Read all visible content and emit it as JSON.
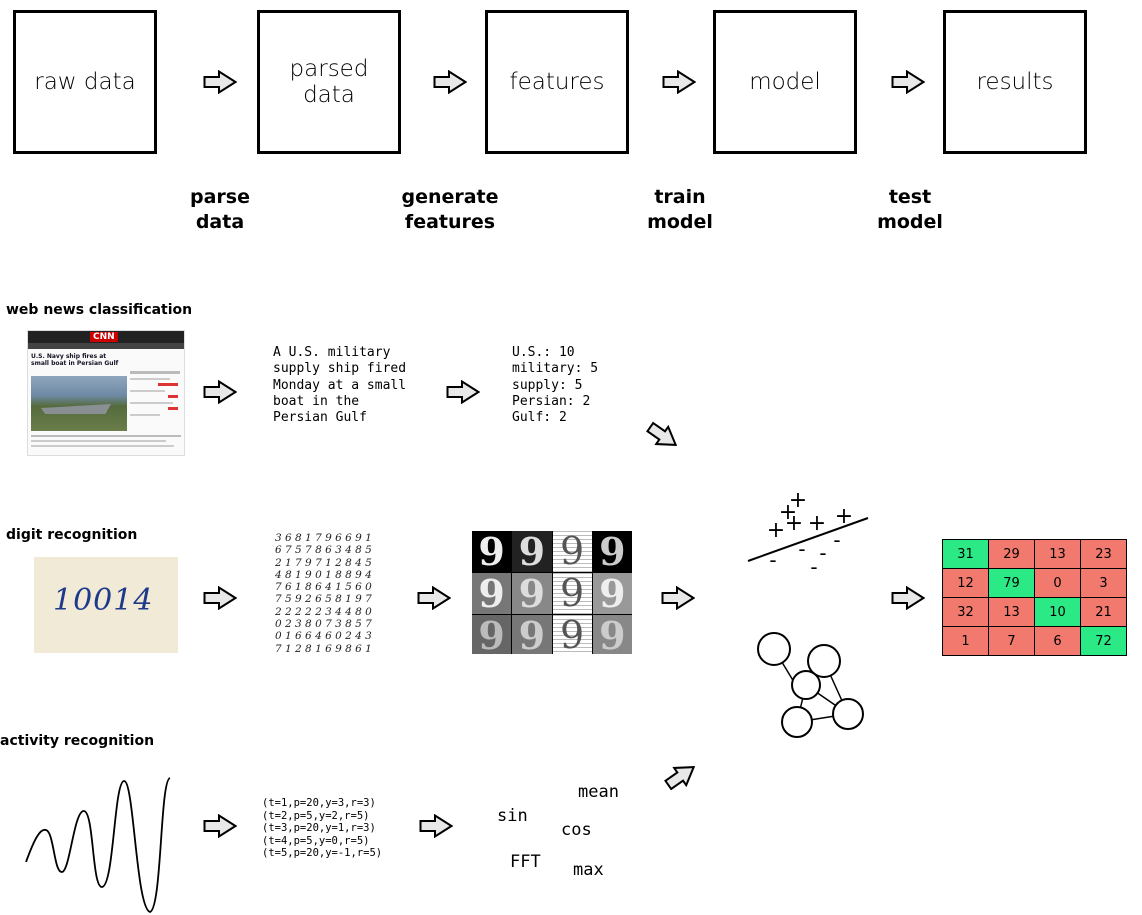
{
  "pipeline": {
    "stages": [
      "raw data",
      "parsed\ndata",
      "features",
      "model",
      "results"
    ],
    "steps": [
      "parse\ndata",
      "generate\nfeatures",
      "train\nmodel",
      "test\nmodel"
    ]
  },
  "rows": {
    "web": {
      "title": "web news classification",
      "thumb": {
        "logo": "CNN",
        "headline": "U.S. Navy ship fires at small boat in Persian Gulf"
      },
      "parsed_text": "A U.S. military\nsupply ship fired\nMonday at a small\nboat in the\nPersian Gulf",
      "features_text": "U.S.: 10\nmilitary: 5\nsupply: 5\nPersian: 2\nGulf: 2"
    },
    "digit": {
      "title": "digit recognition",
      "raw_digits": "10014",
      "parsed_digits": "3 6 8 1 7 9 6 6 9 1\n6 7 5 7 8 6 3 4 8 5\n2 1 7 9 7 1 2 8 4 5\n4 8 1 9 0 1 8 8 9 4\n7 6 1 8 6 4 1 5 6 0\n7 5 9 2 6 5 8 1 9 7\n2 2 2 2 2 3 4 4 8 0\n0 2 3 8 0 7 3 8 5 7\n0 1 6 6 4 6 0 2 4 3\n7 1 2 8 1 6 9 8 6 1",
      "feature_digits": [
        "9",
        "9",
        "9",
        "9",
        "9",
        "9",
        "9",
        "9",
        "9",
        "9",
        "9",
        "9"
      ]
    },
    "activity": {
      "title": "activity recognition",
      "parsed_text": "(t=1,p=20,y=3,r=3)\n(t=2,p=5,y=2,r=5)\n(t=3,p=20,y=1,r=3)\n(t=4,p=5,y=0,r=5)\n(t=5,p=20,y=-1,r=5)",
      "features": {
        "mean": "mean",
        "sin": "sin",
        "cos": "cos",
        "fft": "FFT",
        "max": "max"
      }
    }
  },
  "model": {
    "plus_signs": [
      "+",
      "+",
      "+",
      "+",
      "+",
      "+"
    ],
    "minus_signs": [
      "-",
      "-",
      "-",
      "-",
      "-"
    ]
  },
  "results_matrix": [
    [
      {
        "v": "31",
        "ok": true
      },
      {
        "v": "29",
        "ok": false
      },
      {
        "v": "13",
        "ok": false
      },
      {
        "v": "23",
        "ok": false
      }
    ],
    [
      {
        "v": "12",
        "ok": false
      },
      {
        "v": "79",
        "ok": true
      },
      {
        "v": "0",
        "ok": false
      },
      {
        "v": "3",
        "ok": false
      }
    ],
    [
      {
        "v": "32",
        "ok": false
      },
      {
        "v": "13",
        "ok": false
      },
      {
        "v": "10",
        "ok": true
      },
      {
        "v": "21",
        "ok": false
      }
    ],
    [
      {
        "v": "1",
        "ok": false
      },
      {
        "v": "7",
        "ok": false
      },
      {
        "v": "6",
        "ok": false
      },
      {
        "v": "72",
        "ok": true
      }
    ]
  ],
  "colors": {
    "correct": "#2bea86",
    "incorrect": "#f2796d",
    "arrow_fill": "#e8e8e8"
  }
}
